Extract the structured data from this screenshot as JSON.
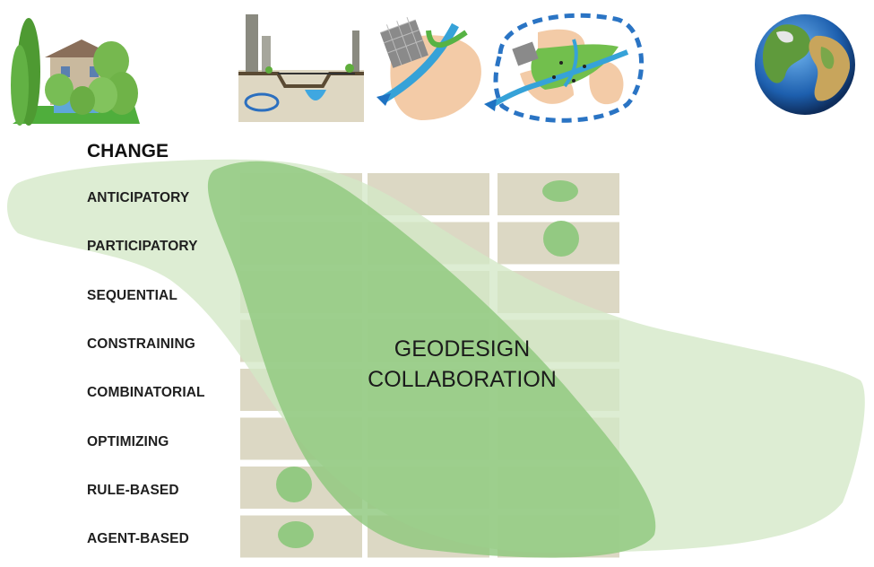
{
  "change_heading": "CHANGE",
  "rows": [
    "ANTICIPATORY",
    "PARTICIPATORY",
    "SEQUENTIAL",
    "CONSTRAINING",
    "COMBINATORIAL",
    "OPTIMIZING",
    "RULE-BASED",
    "AGENT-BASED"
  ],
  "center_line1": "GEODESIGN",
  "center_line2": "COLLABORATION",
  "scale_icons": [
    "building-scale-icon",
    "project-scale-icon",
    "system-scale-icon",
    "region-scale-icon",
    "globe-icon"
  ],
  "colors": {
    "cell": "#dcd8c4",
    "blob_light": "#d4e8c6",
    "blob_dark": "#8fc87e",
    "spot": "#93c982"
  }
}
